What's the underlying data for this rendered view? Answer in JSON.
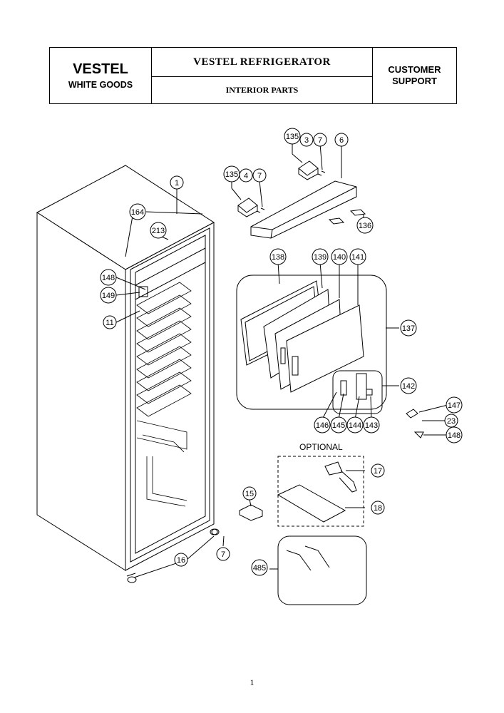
{
  "header": {
    "brand": "VESTEL",
    "brand_sub": "WHITE GOODS",
    "title": "VESTEL REFRIGERATOR",
    "subtitle": "INTERIOR PARTS",
    "support_line1": "CUSTOMER",
    "support_line2": "SUPPORT"
  },
  "optional_label": "OPTIONAL",
  "page_number": "1",
  "callouts": [
    "135",
    "3",
    "7",
    "6",
    "135",
    "4",
    "7",
    "1",
    "164",
    "213",
    "136",
    "148",
    "149",
    "11",
    "138",
    "139",
    "140",
    "141",
    "137",
    "142",
    "147",
    "23",
    "148",
    "146",
    "145",
    "144",
    "143",
    "17",
    "15",
    "18",
    "7",
    "16",
    "485"
  ]
}
